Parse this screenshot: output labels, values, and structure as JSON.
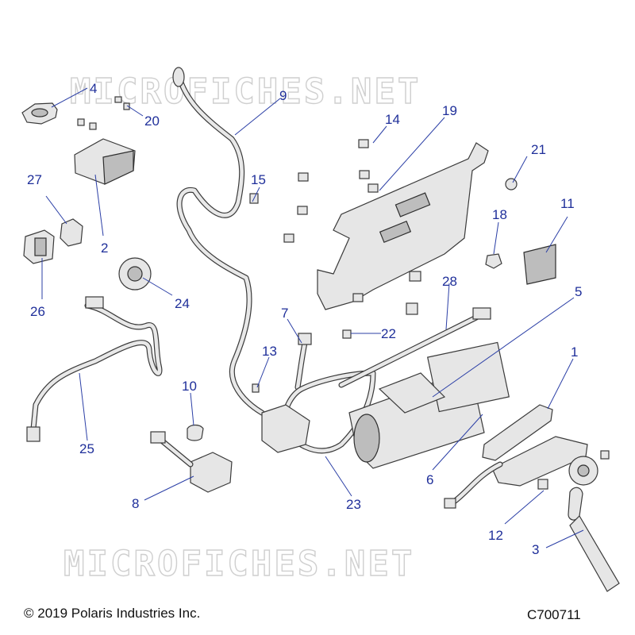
{
  "watermark": {
    "text": "MICROFICHES.NET"
  },
  "callouts": [
    {
      "name": "callout-1",
      "label": "1"
    },
    {
      "name": "callout-2",
      "label": "2"
    },
    {
      "name": "callout-3",
      "label": "3"
    },
    {
      "name": "callout-4",
      "label": "4"
    },
    {
      "name": "callout-5",
      "label": "5"
    },
    {
      "name": "callout-6",
      "label": "6"
    },
    {
      "name": "callout-7",
      "label": "7"
    },
    {
      "name": "callout-8",
      "label": "8"
    },
    {
      "name": "callout-9",
      "label": "9"
    },
    {
      "name": "callout-10",
      "label": "10"
    },
    {
      "name": "callout-11",
      "label": "11"
    },
    {
      "name": "callout-12",
      "label": "12"
    },
    {
      "name": "callout-13",
      "label": "13"
    },
    {
      "name": "callout-14",
      "label": "14"
    },
    {
      "name": "callout-15",
      "label": "15"
    },
    {
      "name": "callout-18",
      "label": "18"
    },
    {
      "name": "callout-19",
      "label": "19"
    },
    {
      "name": "callout-20",
      "label": "20"
    },
    {
      "name": "callout-21",
      "label": "21"
    },
    {
      "name": "callout-22",
      "label": "22"
    },
    {
      "name": "callout-23",
      "label": "23"
    },
    {
      "name": "callout-24",
      "label": "24"
    },
    {
      "name": "callout-25",
      "label": "25"
    },
    {
      "name": "callout-26",
      "label": "26"
    },
    {
      "name": "callout-27",
      "label": "27"
    },
    {
      "name": "callout-28",
      "label": "28"
    }
  ],
  "footer": {
    "copyright": "© 2019 Polaris Industries Inc.",
    "drawing_id": "C700711"
  },
  "colors": {
    "callout": "#1f2f9a",
    "outline": "#3a3a3a",
    "watermark": "#cfcfcf"
  }
}
